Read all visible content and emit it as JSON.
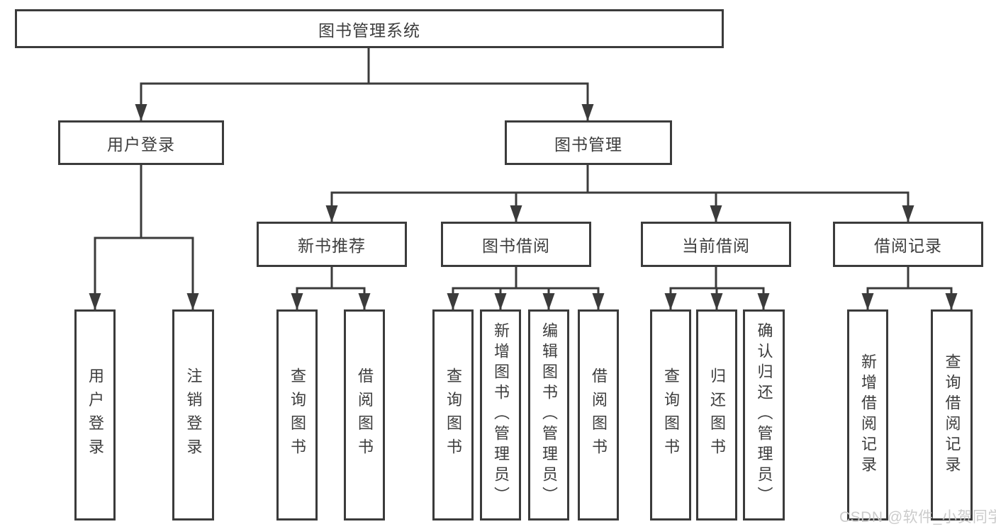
{
  "colors": {
    "line": "#3b3b3b",
    "text": "#3d3d3d",
    "background": "#ffffff",
    "watermark": "#c9c9c9"
  },
  "watermark": {
    "text": "CSDN @软件_小贺同学"
  },
  "tree": {
    "root": {
      "label": "图书管理系统",
      "children": [
        {
          "label": "用户登录",
          "children": [
            {
              "label": "用户登录"
            },
            {
              "label": "注销登录"
            }
          ]
        },
        {
          "label": "图书管理",
          "children": [
            {
              "label": "新书推荐",
              "children": [
                {
                  "label": "查询图书"
                },
                {
                  "label": "借阅图书"
                }
              ]
            },
            {
              "label": "图书借阅",
              "children": [
                {
                  "label": "查询图书"
                },
                {
                  "label": "新增图书（管理员）"
                },
                {
                  "label": "编辑图书（管理员）"
                },
                {
                  "label": "借阅图书"
                }
              ]
            },
            {
              "label": "当前借阅",
              "children": [
                {
                  "label": "查询图书"
                },
                {
                  "label": "归还图书"
                },
                {
                  "label": "确认归还（管理员）"
                }
              ]
            },
            {
              "label": "借阅记录",
              "children": [
                {
                  "label": "新增借阅记录"
                },
                {
                  "label": "查询借阅记录"
                }
              ]
            }
          ]
        }
      ]
    }
  }
}
